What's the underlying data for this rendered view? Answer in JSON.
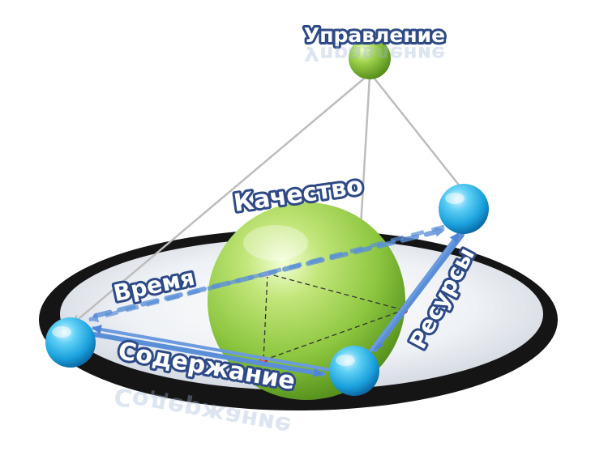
{
  "labels": {
    "top": "Управление",
    "center": "Качество",
    "left": "Время",
    "bottom": "Содержание",
    "right": "Ресурсы"
  },
  "colors": {
    "blue_sphere": "#1aa0dc",
    "green_sphere": "#8cc63f",
    "arrow_blue": "#5a8fd8",
    "label_outline": "#2e4a86",
    "ring": "#151515",
    "gray_line": "#bdbdbd"
  }
}
